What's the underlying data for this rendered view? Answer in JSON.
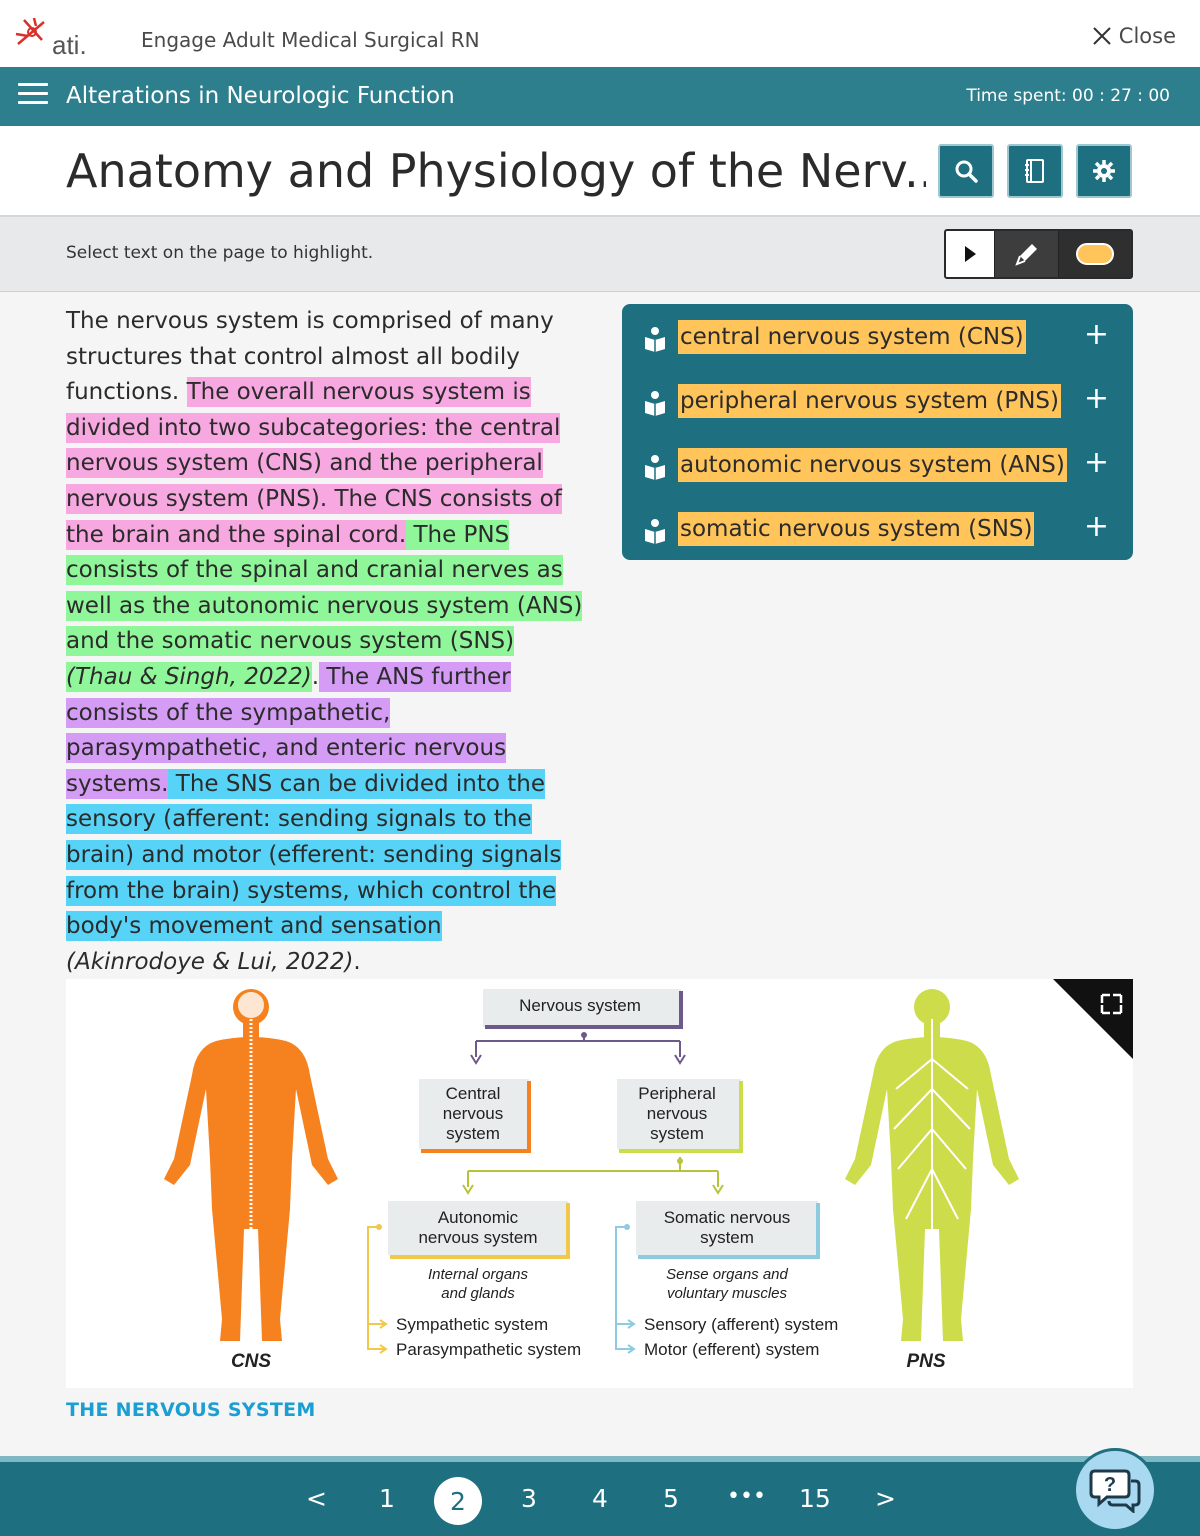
{
  "app": {
    "title": "Engage Adult Medical Surgical RN",
    "close_label": "Close"
  },
  "nav": {
    "module_title": "Alterations in Neurologic Function",
    "time_spent": "Time spent: 00 : 27 : 00"
  },
  "page": {
    "title": "Anatomy and Physiology of the Nerv..."
  },
  "highlight_bar": {
    "hint": "Select text on the page to highlight.",
    "selected_color": "#ffc45a"
  },
  "body": {
    "seg1": "The nervous system is comprised of many structures that control almost all bodily functions. ",
    "seg2": "The overall nervous system is divided into two subcategories: the central nervous system (CNS) and the peripheral nervous system (PNS). The CNS consists of the brain and the spinal cord.",
    "seg3a": " The PNS consists of the spinal and cranial nerves as well as the autonomic nervous system (ANS) and the somatic nervous system (SNS) ",
    "seg3b": "(Thau & Singh, 2022)",
    "seg3c": ".",
    "seg4": " The ANS further consists of the sympathetic, parasympathetic, and enteric nervous systems.",
    "seg5": " The SNS can be divided into the sensory (afferent: sending signals to the brain) and motor (efferent: sending signals from the brain) systems, which control the body's movement and sensation",
    "seg6a": " (Akinrodoye & Lui, 2022)",
    "seg6b": "."
  },
  "highlight_colors": {
    "pink": "#f7a8e0",
    "green": "#8ff79a",
    "purple": "#d49cf5",
    "blue": "#56d3f7"
  },
  "glossary": [
    {
      "term": "central nervous system (CNS)",
      "action": "+"
    },
    {
      "term": "peripheral nervous system (PNS)",
      "action": "+"
    },
    {
      "term": "autonomic nervous system (ANS)",
      "action": "+"
    },
    {
      "term": "somatic nervous system (SNS)",
      "action": "+"
    }
  ],
  "figure": {
    "nervous_system": "Nervous system",
    "cns_box": [
      "Central",
      "nervous",
      "system"
    ],
    "pns_box": [
      "Peripheral",
      "nervous",
      "system"
    ],
    "ans_box": [
      "Autonomic",
      "nervous system"
    ],
    "sns_box": [
      "Somatic nervous",
      "system"
    ],
    "ans_desc": [
      "Internal organs",
      "and glands"
    ],
    "sns_desc": [
      "Sense organs and",
      "voluntary muscles"
    ],
    "ans_sub": [
      "Sympathetic system",
      "Parasympathetic system"
    ],
    "sns_sub": [
      "Sensory (afferent) system",
      "Motor (efferent) system"
    ],
    "cns_label": "CNS",
    "pns_label": "PNS",
    "colors": {
      "cns": "#f5821f",
      "pns": "#cddc4a",
      "nervous": "#6e5a8a",
      "ans": "#f2c84b",
      "sns": "#8ccbe0"
    }
  },
  "caption": "THE NERVOUS SYSTEM",
  "pagination": {
    "prev": "<",
    "pages": [
      "1",
      "2",
      "3",
      "4",
      "5",
      "•••",
      "15"
    ],
    "current": "2",
    "next": ">"
  }
}
